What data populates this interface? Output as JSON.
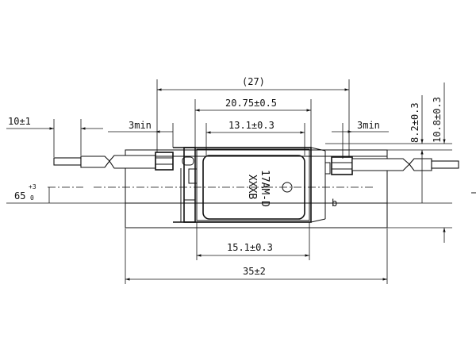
{
  "dimensions": {
    "overall_27": "(27)",
    "inner_20_75": "20.75±0.5",
    "inner_13_1": "13.1±0.3",
    "min_left": "3min",
    "min_right": "3min",
    "lead_10": "10±1",
    "lead_65": "65",
    "lead_65_tol_upper": "+3",
    "lead_65_tol_lower": "0",
    "height_8_2": "8.2±0.3",
    "height_10_8": "10.8±0.3",
    "bottom_15_1": "15.1±0.3",
    "bottom_35": "35±2"
  },
  "labels": {
    "part_marking_line1": "17AM-D",
    "part_marking_line2": "XXXB",
    "note_b": "b"
  }
}
